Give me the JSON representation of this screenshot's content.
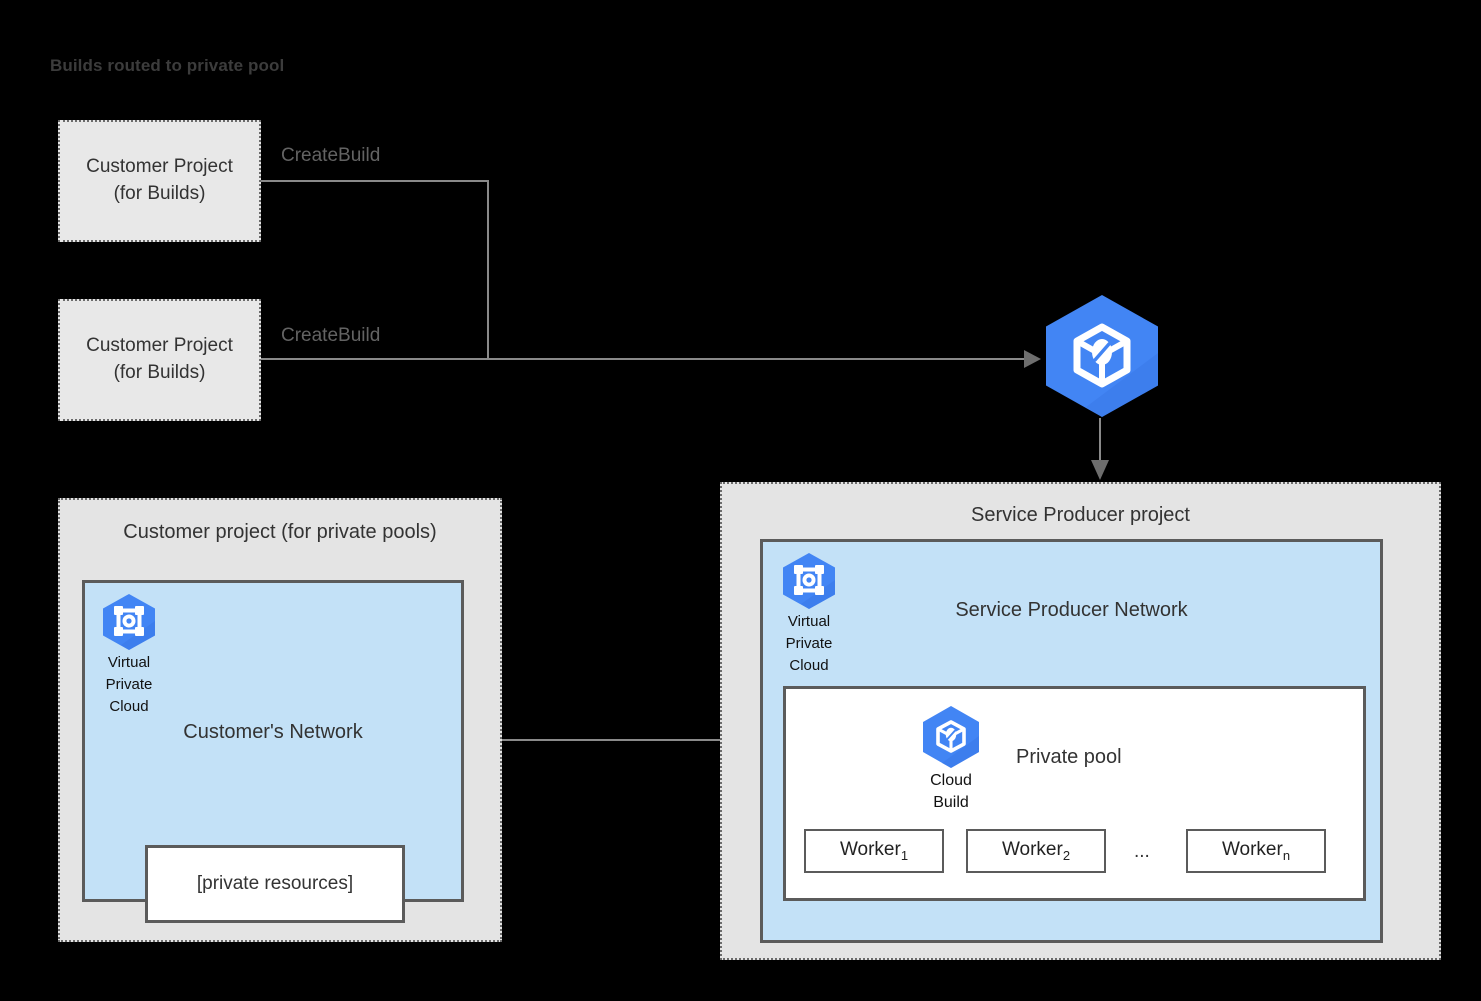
{
  "title": "Builds routed to private pool",
  "colors": {
    "background": "#000000",
    "panel_fill": "#e4e4e4",
    "box_fill": "#e8e8e8",
    "vpc_fill": "#c3e1f7",
    "border_gray": "#5b5b5b",
    "dotted_border": "#6b6b6b",
    "gcp_blue": "#4285f4",
    "gcp_blue_dark": "#3367d6",
    "text_dark": "#333333",
    "line_gray": "#8a8a8a",
    "arrow_gray": "#6e6e6e"
  },
  "customer_build_projects": [
    {
      "line1": "Customer Project",
      "line2": "(for Builds)",
      "edge_label": "CreateBuild"
    },
    {
      "line1": "Customer Project",
      "line2": "(for Builds)",
      "edge_label": "CreateBuild"
    }
  ],
  "cloud_build_service": {
    "icon": "cloud-build-icon"
  },
  "customer_private_pools_panel": {
    "title": "Customer project (for private pools)",
    "vpc": {
      "icon": "virtual-private-cloud-icon",
      "caption_line1": "Virtual",
      "caption_line2": "Private",
      "caption_line3": "Cloud"
    },
    "network_label": "Customer's Network",
    "private_resources_label": "[private resources]"
  },
  "service_producer_panel": {
    "title": "Service Producer project",
    "vpc": {
      "icon": "virtual-private-cloud-icon",
      "caption_line1": "Virtual",
      "caption_line2": "Private",
      "caption_line3": "Cloud"
    },
    "network_label": "Service Producer Network",
    "private_pool": {
      "label": "Private pool",
      "cloud_build_icon": "cloud-build-icon",
      "cloud_build_caption_line1": "Cloud",
      "cloud_build_caption_line2": "Build",
      "ellipsis": "...",
      "workers": [
        {
          "name": "Worker",
          "subscript": "1"
        },
        {
          "name": "Worker",
          "subscript": "2"
        },
        {
          "name": "Worker",
          "subscript": "n"
        }
      ]
    }
  }
}
